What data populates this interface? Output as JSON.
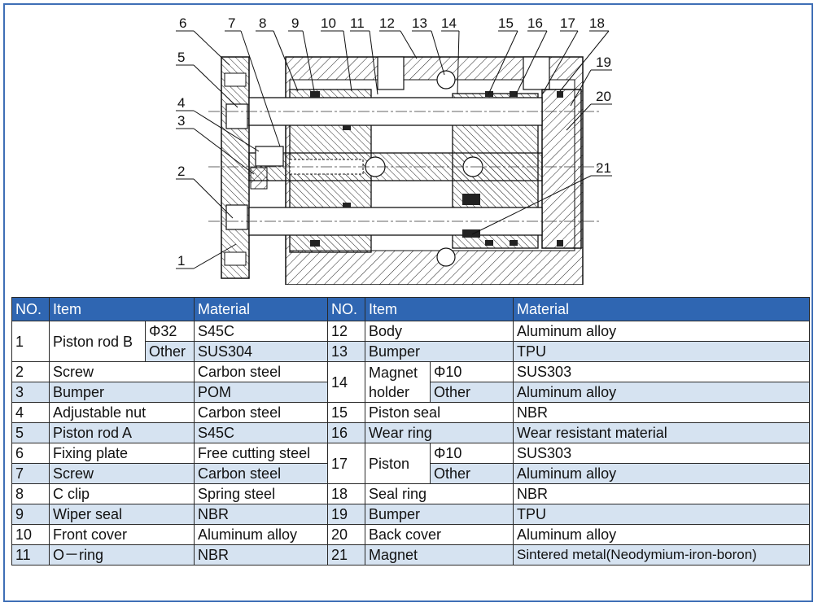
{
  "drawing": {
    "callouts": [
      "1",
      "2",
      "3",
      "4",
      "5",
      "6",
      "7",
      "8",
      "9",
      "10",
      "11",
      "12",
      "13",
      "14",
      "15",
      "16",
      "17",
      "18",
      "19",
      "20",
      "21"
    ]
  },
  "table": {
    "headers": [
      "NO.",
      "Item",
      "Material",
      "NO.",
      "Item",
      "Material"
    ],
    "left": [
      {
        "no": "1",
        "item": "Piston rod B",
        "sub": [
          {
            "size": "Φ32",
            "material": "S45C"
          },
          {
            "size": "Other",
            "material": "SUS304"
          }
        ]
      },
      {
        "no": "2",
        "item": "Screw",
        "material": "Carbon steel"
      },
      {
        "no": "3",
        "item": "Bumper",
        "material": "POM"
      },
      {
        "no": "4",
        "item": "Adjustable nut",
        "material": "Carbon steel"
      },
      {
        "no": "5",
        "item": "Piston rod A",
        "material": "S45C"
      },
      {
        "no": "6",
        "item": "Fixing plate",
        "material": "Free cutting steel"
      },
      {
        "no": "7",
        "item": "Screw",
        "material": "Carbon steel"
      },
      {
        "no": "8",
        "item": "C clip",
        "material": "Spring steel"
      },
      {
        "no": "9",
        "item": "Wiper seal",
        "material": "NBR"
      },
      {
        "no": "10",
        "item": "Front cover",
        "material": "Aluminum alloy"
      },
      {
        "no": "11",
        "item": "O－ring",
        "material": "NBR"
      }
    ],
    "right": [
      {
        "no": "12",
        "item": "Body",
        "material": "Aluminum alloy"
      },
      {
        "no": "13",
        "item": "Bumper",
        "material": "TPU"
      },
      {
        "no": "14",
        "item_line1": "Magnet",
        "item_line2": "holder",
        "sub": [
          {
            "size": "Φ10",
            "material": "SUS303"
          },
          {
            "size": "Other",
            "material": "Aluminum alloy"
          }
        ]
      },
      {
        "no": "15",
        "item": "Piston seal",
        "material": "NBR"
      },
      {
        "no": "16",
        "item": "Wear ring",
        "material": "Wear resistant material"
      },
      {
        "no": "17",
        "item": "Piston",
        "sub": [
          {
            "size": "Φ10",
            "material": "SUS303"
          },
          {
            "size": "Other",
            "material": "Aluminum alloy"
          }
        ]
      },
      {
        "no": "18",
        "item": "Seal ring",
        "material": "NBR"
      },
      {
        "no": "19",
        "item": "Bumper",
        "material": "TPU"
      },
      {
        "no": "20",
        "item": "Back cover",
        "material": "Aluminum alloy"
      },
      {
        "no": "21",
        "item": "Magnet",
        "material": "Sintered metal(Neodymium-iron-boron)"
      }
    ]
  }
}
